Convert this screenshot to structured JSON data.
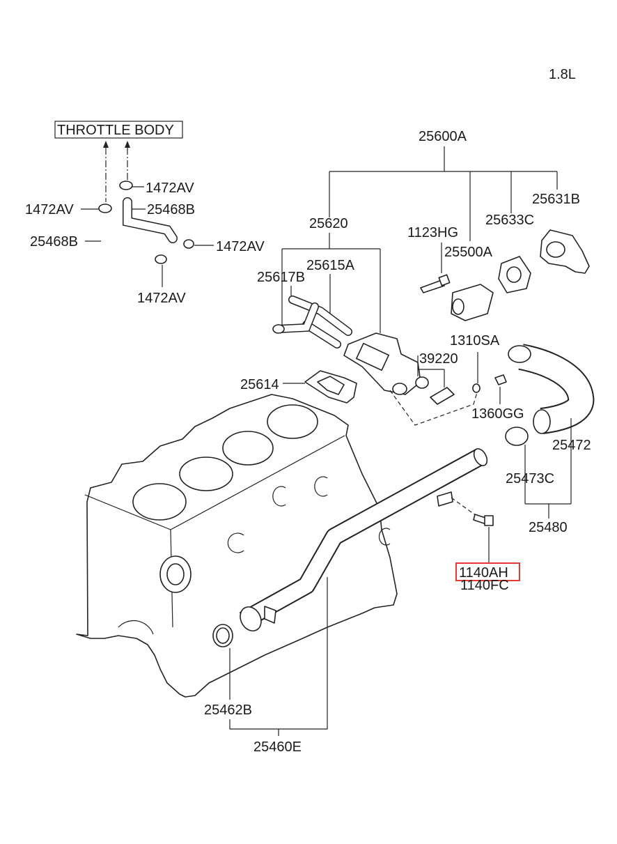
{
  "engine": "1.8L",
  "throttle_body": "THROTTLE BODY",
  "labels": {
    "p25600A": "25600A",
    "p25631B": "25631B",
    "p25633C": "25633C",
    "p1123HG": "1123HG",
    "p25500A": "25500A",
    "p25620": "25620",
    "p25615A": "25615A",
    "p25617B": "25617B",
    "p1472AV_a": "1472AV",
    "p1472AV_b": "1472AV",
    "p1472AV_c": "1472AV",
    "p1472AV_d": "1472AV",
    "p25468B_a": "25468B",
    "p25468B_b": "25468B",
    "p1310SA": "1310SA",
    "p39220": "39220",
    "p1360GG": "1360GG",
    "p25614": "25614",
    "p25472": "25472",
    "p25473C": "25473C",
    "p25480": "25480",
    "p1140AH": "1140AH",
    "p1140FC": "1140FC",
    "p25462B": "25462B",
    "p25460E": "25460E"
  },
  "highlight": {
    "part": "1140AH",
    "color": "#e53935"
  }
}
